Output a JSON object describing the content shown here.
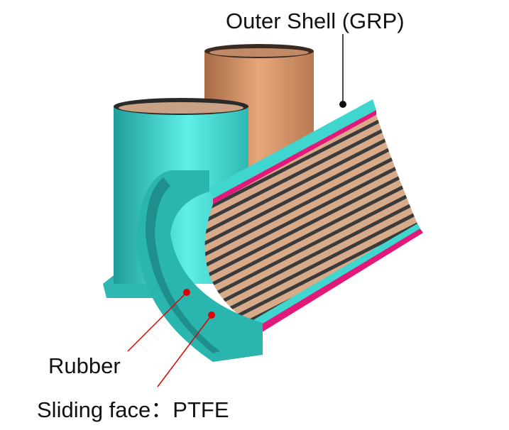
{
  "labels": {
    "outer_shell": "Outer Shell (GRP)",
    "rubber": "Rubber",
    "sliding_face": "Sliding face：PTFE"
  },
  "colors": {
    "shell": "#3fd6cf",
    "shell_dark": "#1e9b97",
    "back_pipe": "#d99a6c",
    "rubber": "#e0197a",
    "stave_light": "#d7ab8a",
    "stave_dark": "#3a3a3a",
    "marker": "#e00000"
  }
}
